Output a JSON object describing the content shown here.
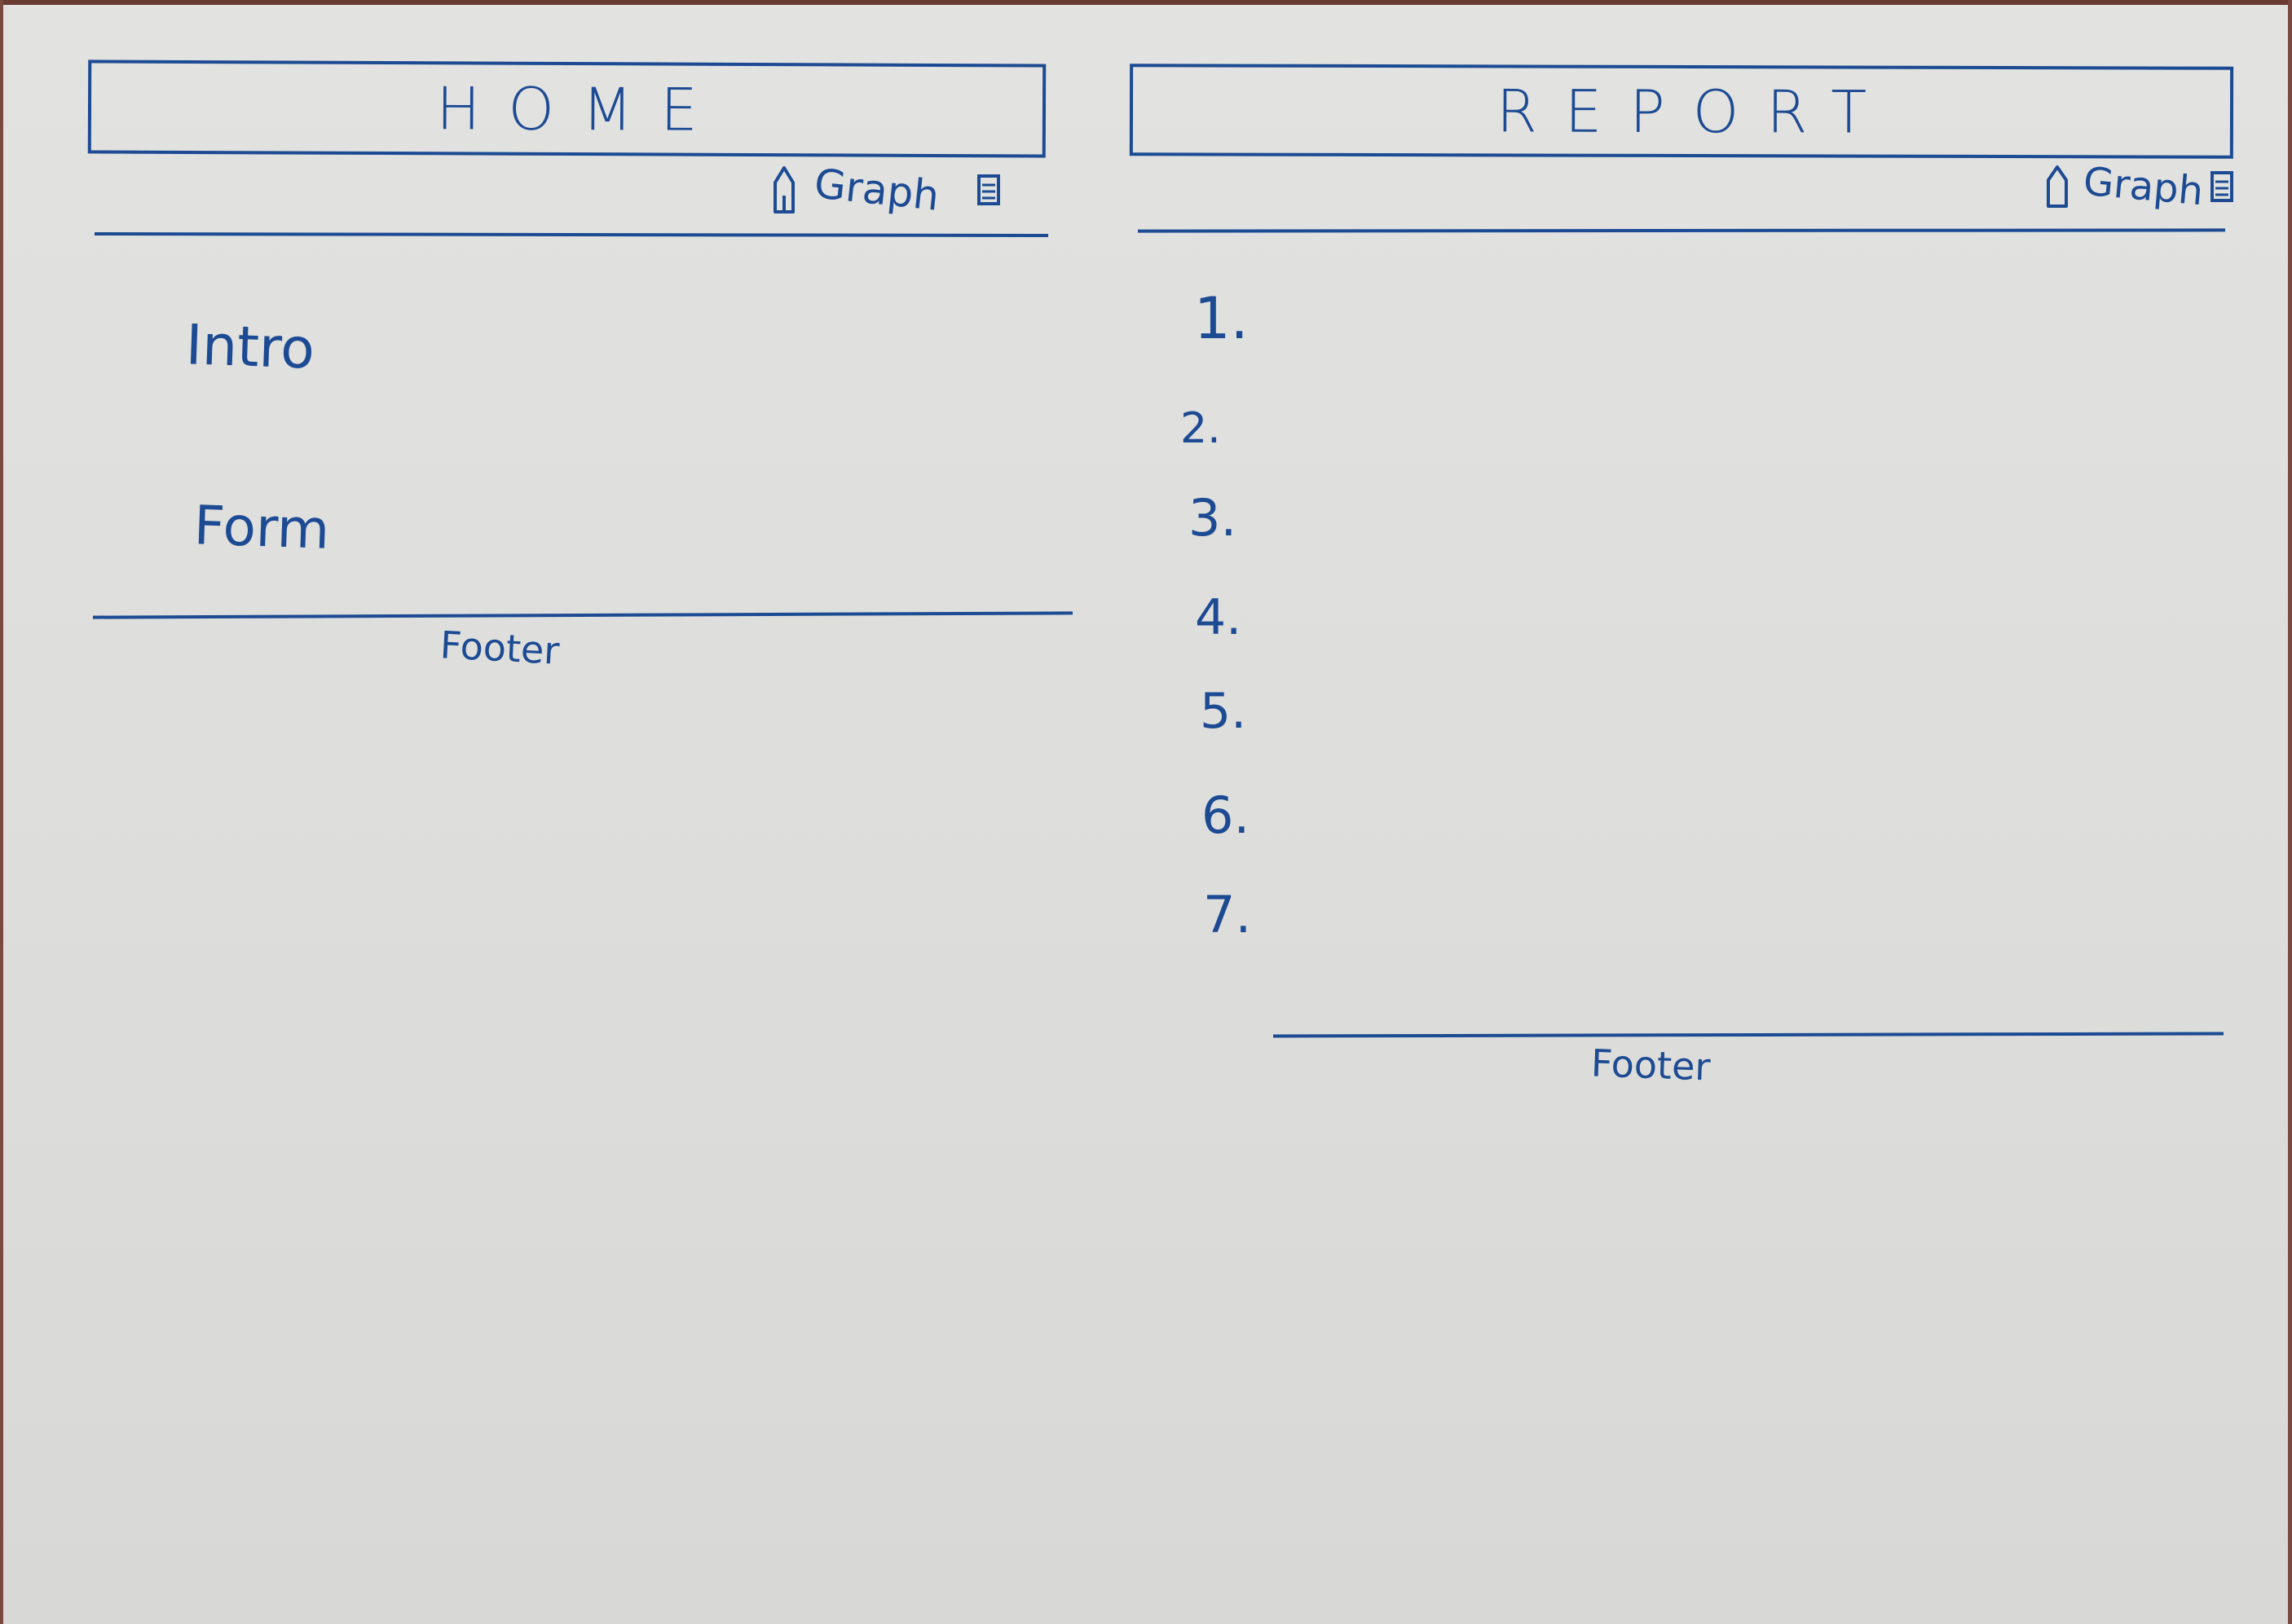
{
  "home": {
    "title": "HOME",
    "nav": {
      "home_icon": "home-icon",
      "graph_label": "Graph",
      "menu_icon": "menu-icon"
    },
    "sections": {
      "intro": "Intro",
      "form": "Form"
    },
    "footer": "Footer"
  },
  "report": {
    "title": "REPORT",
    "nav": {
      "home_icon": "home-icon",
      "graph_label": "Graph",
      "menu_icon": "menu-icon"
    },
    "list": [
      "1.",
      "2.",
      "3.",
      "4.",
      "5.",
      "6.",
      "7."
    ],
    "footer": "Footer"
  },
  "colors": {
    "ink": "#1c4a93",
    "paper": "#dddddb"
  }
}
